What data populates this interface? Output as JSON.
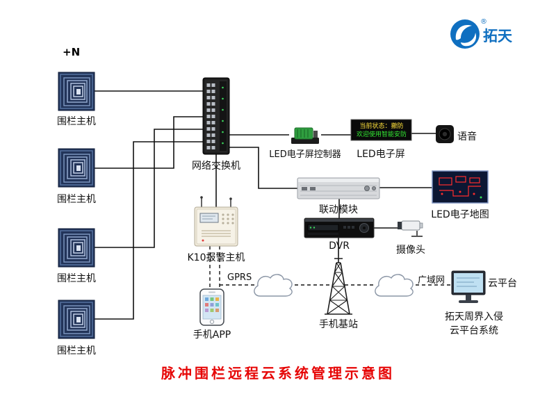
{
  "title": "脉冲围栏远程云系统管理示意图",
  "logo": {
    "brand": "拓天",
    "registered": "®"
  },
  "annotations": {
    "plus_n": "+N",
    "gprs": "GPRS",
    "wan": "广域网"
  },
  "devices": {
    "fence_host": "围栏主机",
    "network_switch": "网络交换机",
    "led_controller": "LED电子屏控制器",
    "led_screen": "LED电子屏",
    "voice": "语音",
    "linkage_module": "联动模块",
    "led_map": "LED电子地图",
    "dvr": "DVR",
    "camera": "摄像头",
    "alarm_host": "K10报警主机",
    "phone_app": "手机APP",
    "base_station": "手机基站",
    "cloud_platform": "云平台"
  },
  "captions": {
    "platform_line1": "拓天周界入侵",
    "platform_line2": "云平台系统"
  },
  "led_screen_display": {
    "line1": "当前状态：撤防",
    "line2": "欢迎使用智能安防"
  },
  "colors": {
    "title_red": "#e60505",
    "brand_blue": "#0f6fc0",
    "led_line1_yellow": "#ffe13b",
    "led_line2_green": "#33e833",
    "wire_black": "#111111"
  }
}
